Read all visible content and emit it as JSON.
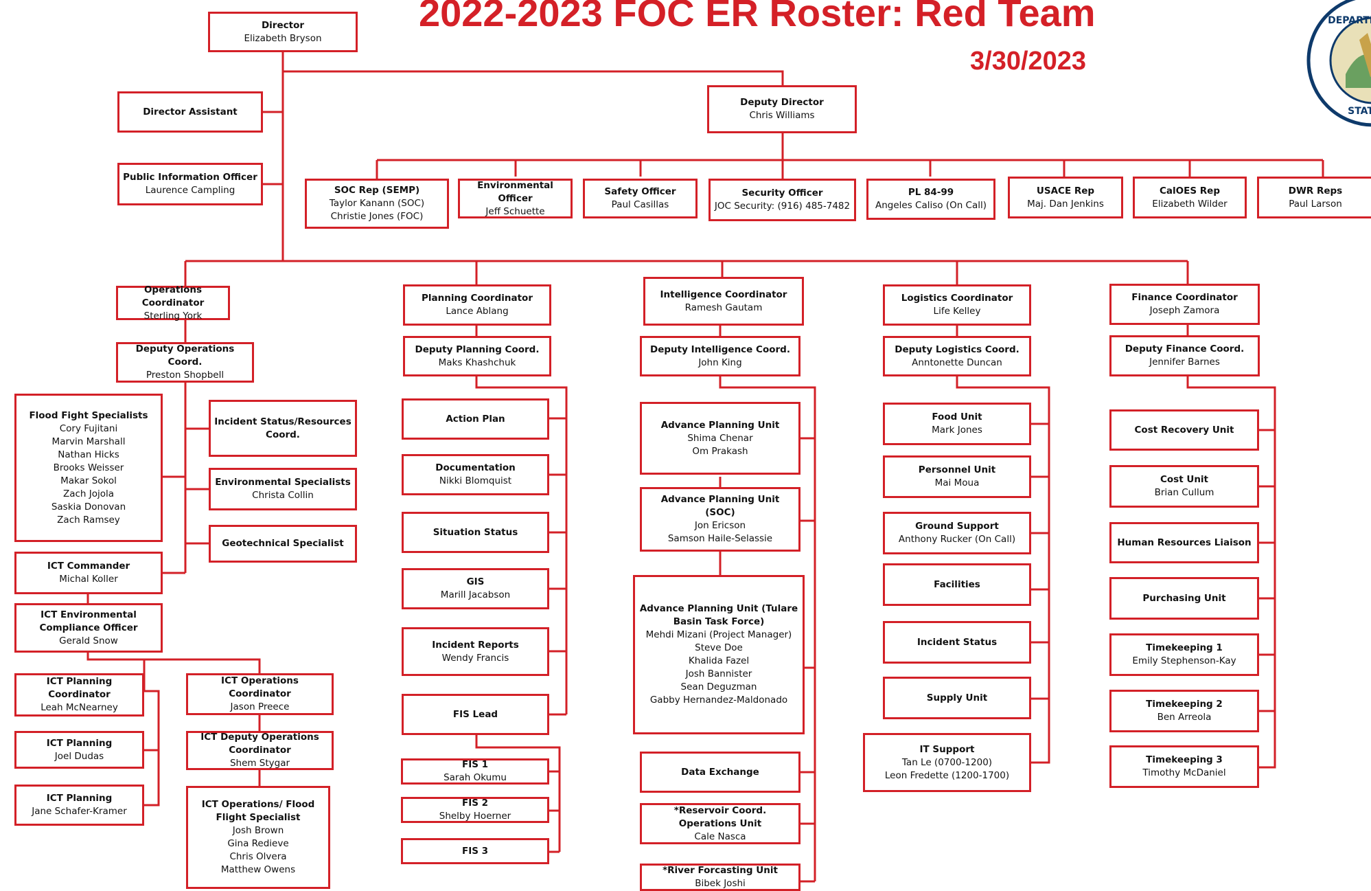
{
  "header": {
    "title": "2022-2023 FOC ER Roster: Red Team",
    "date": "3/30/2023"
  },
  "logo": {
    "text_top": "DEPARTMENT OF",
    "text_bottom": "STATE OF"
  },
  "colors": {
    "line": "#d32027",
    "title": "#d42027"
  },
  "boxes": [
    {
      "id": "director",
      "title": "Director",
      "lines": [
        "Elizabeth Bryson"
      ]
    },
    {
      "id": "director-assistant",
      "title": "Director Assistant",
      "lines": []
    },
    {
      "id": "pio",
      "title": "Public Information Officer",
      "lines": [
        "Laurence Campling"
      ]
    },
    {
      "id": "deputy-director",
      "title": "Deputy Director",
      "lines": [
        "Chris Williams"
      ]
    },
    {
      "id": "soc-rep",
      "title": "SOC Rep (SEMP)",
      "lines": [
        "Taylor Kanann (SOC)",
        "Christie Jones (FOC)"
      ]
    },
    {
      "id": "env-officer",
      "title": "Environmental Officer",
      "lines": [
        "Jeff Schuette"
      ]
    },
    {
      "id": "safety-officer",
      "title": "Safety Officer",
      "lines": [
        "Paul Casillas"
      ]
    },
    {
      "id": "security-officer",
      "title": "Security Officer",
      "lines": [
        "JOC Security: (916) 485-7482"
      ]
    },
    {
      "id": "pl-84-99",
      "title": "PL 84-99",
      "lines": [
        "Angeles Caliso (On Call)"
      ]
    },
    {
      "id": "usace-rep",
      "title": "USACE Rep",
      "lines": [
        "Maj. Dan Jenkins"
      ]
    },
    {
      "id": "caloes-rep",
      "title": "CalOES Rep",
      "lines": [
        "Elizabeth Wilder"
      ]
    },
    {
      "id": "dwr-reps",
      "title": "DWR Reps",
      "lines": [
        "Paul Larson"
      ]
    },
    {
      "id": "ops-coord",
      "title": "Operations Coordinator",
      "lines": [
        "Sterling York"
      ]
    },
    {
      "id": "deputy-ops",
      "title": "Deputy Operations Coord.",
      "lines": [
        "Preston Shopbell"
      ]
    },
    {
      "id": "flood-fight",
      "title": "Flood Fight Specialists",
      "lines": [
        "Cory Fujitani",
        "Marvin Marshall",
        "Nathan Hicks",
        "Brooks Weisser",
        "Makar Sokol",
        "Zach Jojola",
        "Saskia Donovan",
        "Zach Ramsey"
      ]
    },
    {
      "id": "incident-status-resources",
      "title": "Incident Status/Resources Coord.",
      "lines": []
    },
    {
      "id": "env-specialists",
      "title": "Environmental Specialists",
      "lines": [
        "Christa Collin"
      ]
    },
    {
      "id": "geotech",
      "title": "Geotechnical Specialist",
      "lines": []
    },
    {
      "id": "ict-commander",
      "title": "ICT Commander",
      "lines": [
        "Michal Koller"
      ]
    },
    {
      "id": "ict-env",
      "title": "ICT Environmental Compliance Officer",
      "lines": [
        "Gerald Snow"
      ]
    },
    {
      "id": "ict-planning-coord",
      "title": "ICT Planning Coordinator",
      "lines": [
        "Leah McNearney"
      ]
    },
    {
      "id": "ict-planning-1",
      "title": "ICT Planning",
      "lines": [
        "Joel Dudas"
      ]
    },
    {
      "id": "ict-planning-2",
      "title": "ICT Planning",
      "lines": [
        "Jane Schafer-Kramer"
      ]
    },
    {
      "id": "ict-ops-coord",
      "title": "ICT Operations Coordinator",
      "lines": [
        "Jason Preece"
      ]
    },
    {
      "id": "ict-deputy-ops",
      "title": "ICT Deputy Operations Coordinator",
      "lines": [
        "Shem Stygar"
      ]
    },
    {
      "id": "ict-ops-ffs",
      "title": "ICT Operations/ Flood Flight Specialist",
      "lines": [
        "Josh Brown",
        "Gina Redieve",
        "Chris Olvera",
        "Matthew Owens"
      ]
    },
    {
      "id": "planning-coord",
      "title": "Planning Coordinator",
      "lines": [
        "Lance Ablang"
      ]
    },
    {
      "id": "deputy-planning",
      "title": "Deputy Planning Coord.",
      "lines": [
        "Maks Khashchuk"
      ]
    },
    {
      "id": "action-plan",
      "title": "Action Plan",
      "lines": []
    },
    {
      "id": "documentation",
      "title": "Documentation",
      "lines": [
        "Nikki Blomquist"
      ]
    },
    {
      "id": "situation-status",
      "title": "Situation Status",
      "lines": []
    },
    {
      "id": "gis",
      "title": "GIS",
      "lines": [
        "Marill Jacabson"
      ]
    },
    {
      "id": "incident-reports",
      "title": "Incident Reports",
      "lines": [
        "Wendy Francis"
      ]
    },
    {
      "id": "fis-lead",
      "title": "FIS Lead",
      "lines": []
    },
    {
      "id": "fis-1",
      "title": "FIS 1",
      "lines": [
        "Sarah Okumu"
      ]
    },
    {
      "id": "fis-2",
      "title": "FIS 2",
      "lines": [
        "Shelby Hoerner"
      ]
    },
    {
      "id": "fis-3",
      "title": "FIS 3",
      "lines": []
    },
    {
      "id": "intel-coord",
      "title": "Intelligence Coordinator",
      "lines": [
        "Ramesh Gautam"
      ]
    },
    {
      "id": "deputy-intel",
      "title": "Deputy Intelligence Coord.",
      "lines": [
        "John King"
      ]
    },
    {
      "id": "apu",
      "title": "Advance Planning Unit",
      "lines": [
        "Shima Chenar",
        "Om Prakash"
      ]
    },
    {
      "id": "apu-soc",
      "title": "Advance Planning Unit (SOC)",
      "lines": [
        "Jon Ericson",
        "Samson Haile-Selassie"
      ]
    },
    {
      "id": "apu-tulare",
      "title": "Advance Planning Unit (Tulare Basin Task Force)",
      "lines": [
        "Mehdi Mizani (Project Manager)",
        "Steve Doe",
        "Khalida Fazel",
        "Josh Bannister",
        "Sean Deguzman",
        "Gabby Hernandez-Maldonado"
      ]
    },
    {
      "id": "data-exchange",
      "title": "Data Exchange",
      "lines": []
    },
    {
      "id": "reservoir-coord",
      "title": "*Reservoir Coord. Operations Unit",
      "lines": [
        "Cale Nasca"
      ]
    },
    {
      "id": "river-forecasting",
      "title": "*River Forcasting Unit",
      "lines": [
        "Bibek Joshi"
      ]
    },
    {
      "id": "logistics-coord",
      "title": "Logistics Coordinator",
      "lines": [
        "Life Kelley"
      ]
    },
    {
      "id": "deputy-logistics",
      "title": "Deputy Logistics Coord.",
      "lines": [
        "Anntonette Duncan"
      ]
    },
    {
      "id": "food-unit",
      "title": "Food Unit",
      "lines": [
        "Mark Jones"
      ]
    },
    {
      "id": "personnel-unit",
      "title": "Personnel Unit",
      "lines": [
        "Mai Moua"
      ]
    },
    {
      "id": "ground-support",
      "title": "Ground Support",
      "lines": [
        "Anthony Rucker (On Call)"
      ]
    },
    {
      "id": "facilities",
      "title": "Facilities",
      "lines": []
    },
    {
      "id": "incident-status",
      "title": "Incident Status",
      "lines": []
    },
    {
      "id": "supply-unit",
      "title": "Supply Unit",
      "lines": []
    },
    {
      "id": "it-support",
      "title": "IT Support",
      "lines": [
        "Tan Le (0700-1200)",
        "Leon Fredette (1200-1700)"
      ]
    },
    {
      "id": "finance-coord",
      "title": "Finance Coordinator",
      "lines": [
        "Joseph Zamora"
      ]
    },
    {
      "id": "deputy-finance",
      "title": "Deputy Finance Coord.",
      "lines": [
        "Jennifer Barnes"
      ]
    },
    {
      "id": "cost-recovery",
      "title": "Cost Recovery Unit",
      "lines": []
    },
    {
      "id": "cost-unit",
      "title": "Cost Unit",
      "lines": [
        "Brian Cullum"
      ]
    },
    {
      "id": "hr-liaison",
      "title": "Human Resources Liaison",
      "lines": []
    },
    {
      "id": "purchasing",
      "title": "Purchasing Unit",
      "lines": []
    },
    {
      "id": "timekeeping-1",
      "title": "Timekeeping 1",
      "lines": [
        "Emily Stephenson-Kay"
      ]
    },
    {
      "id": "timekeeping-2",
      "title": "Timekeeping 2",
      "lines": [
        "Ben Arreola"
      ]
    },
    {
      "id": "timekeeping-3",
      "title": "Timekeeping 3",
      "lines": [
        "Timothy McDaniel"
      ]
    }
  ]
}
